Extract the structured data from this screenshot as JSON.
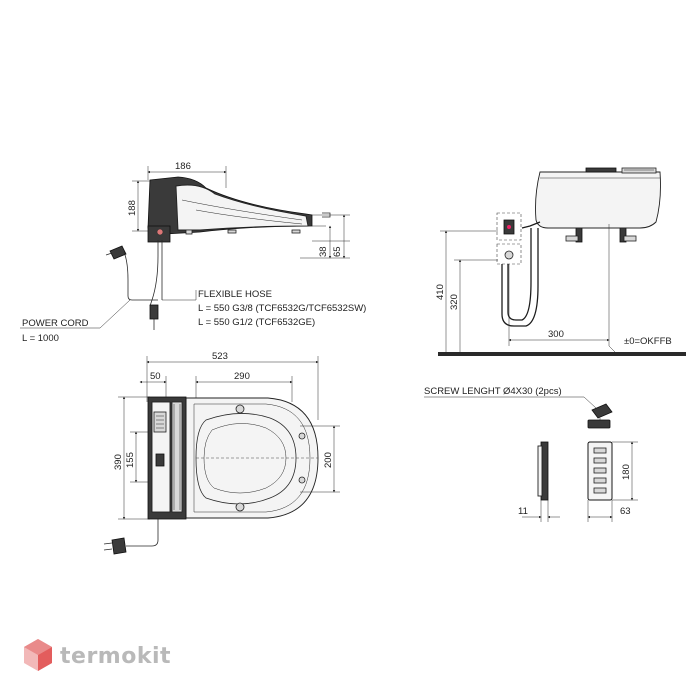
{
  "side_view": {
    "dim_width": "186",
    "dim_height": "188",
    "dim_38": "38",
    "dim_65": "65"
  },
  "labels": {
    "flexible_hose_title": "FLEXIBLE HOSE",
    "flexible_hose_line1": "L = 550 G3/8 (TCF6532G/TCF6532SW)",
    "flexible_hose_line2": "L = 550 G1/2 (TCF6532GE)",
    "power_cord_title": "POWER CORD",
    "power_cord_length": "L = 1000"
  },
  "wall_view": {
    "dim_410": "410",
    "dim_320": "320",
    "dim_300": "300",
    "floor_ref": "±0=OKFFB"
  },
  "top_view": {
    "dim_523": "523",
    "dim_50": "50",
    "dim_290": "290",
    "dim_390": "390",
    "dim_155": "155",
    "dim_200": "200"
  },
  "remote": {
    "screw_note": "SCREW LENGHT Ø4X30 (2pcs)",
    "dim_180": "180",
    "dim_11": "11",
    "dim_63": "63"
  },
  "brand": {
    "logo_text": "termokit",
    "accent_color": "#e23c3c"
  }
}
